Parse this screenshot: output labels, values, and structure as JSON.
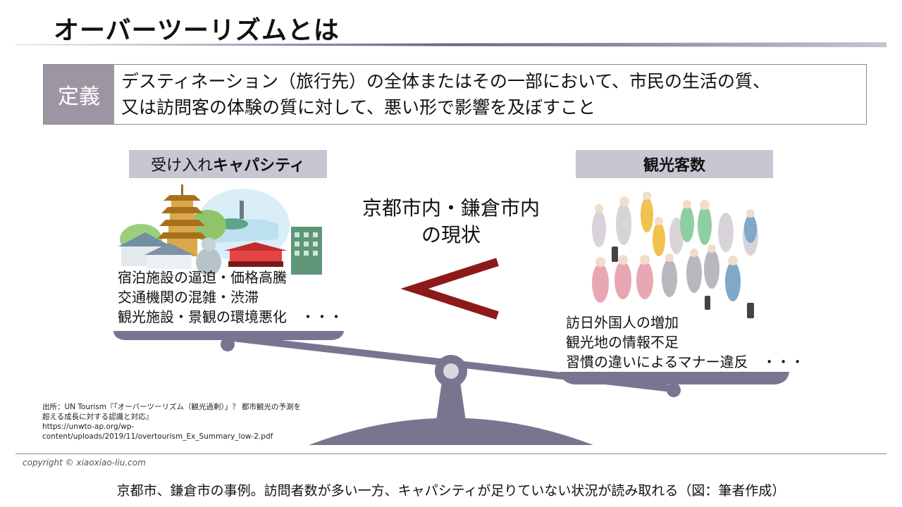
{
  "title": "オーバーツーリズムとは",
  "definition": {
    "label": "定義",
    "line1": "デスティネーション（旅行先）の全体またはその一部において、市民の生活の質、",
    "line2": "又は訪問客の体験の質に対して、悪い形で影響を及ぼすこと"
  },
  "capacity": {
    "label_prefix": "受け入れ",
    "label_bold": "キャパシティ",
    "items": [
      "宿泊施設の逼迫・価格高騰",
      "交通機関の混雑・渋滞",
      "観光施設・景観の環境悪化　・・・"
    ]
  },
  "visitors": {
    "label": "観光客数",
    "items": [
      "訪日外国人の増加",
      "観光地の情報不足",
      "習慣の違いによるマナー違反　・・・"
    ]
  },
  "center": {
    "line1": "京都市内・鎌倉市内",
    "line2": "の現状"
  },
  "source": {
    "lines": [
      "出所：UN Tourism『「オーバーツーリズム（観光過剰）」？ 都市観光の予測を",
      "超える成長に対する認識と対応』",
      "https://unwto-ap.org/wp-",
      "content/uploads/2019/11/overtourism_Ex_Summary_low-2.pdf"
    ]
  },
  "copyright": "copyright © xiaoxiao-liu.com",
  "caption": "京都市、鎌倉市の事例。訪問者数が多い一方、キャパシティが足りていない状況が読み取れる（図：筆者作成）",
  "colors": {
    "scale": "#7b7491",
    "accent_red": "#8b1a1a",
    "tag_bg": "#c9c6d3",
    "label_bg": "#9e95a3"
  }
}
